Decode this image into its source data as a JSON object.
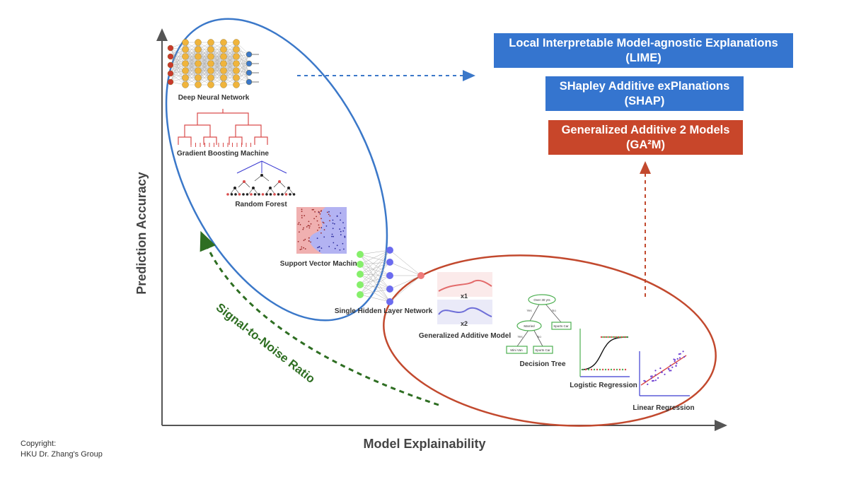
{
  "axes": {
    "x_label": "Model Explainability",
    "y_label": "Prediction Accuracy"
  },
  "models": {
    "dnn": "Deep Neural Network",
    "gbm": "Gradient Boosting Machine",
    "rf": "Random Forest",
    "svm": "Support Vector Machine",
    "shln": "Single Hidden Layer Network",
    "gam": "Generalized Additive Model",
    "dt": "Decision Tree",
    "logreg": "Logistic Regression",
    "linreg": "Linear Regression"
  },
  "gam_labels": {
    "x1": "x1",
    "x2": "x2"
  },
  "tree": {
    "root": "Over 30 yrs",
    "node": "Married",
    "leaf_sports_right": "Sports Car",
    "leaf_minivan": "Mini Van",
    "leaf_sports_bottom": "Sports Car",
    "yes": "Yes",
    "no": "No"
  },
  "snr_label": "Signal-to-Noise Ratio",
  "methods": {
    "lime_line1": "Local Interpretable Model-agnostic Explanations",
    "lime_line2": "(LIME)",
    "shap_line1": "SHapley Additive exPlanations",
    "shap_line2": "(SHAP)",
    "ga2m_line1": "Generalized Additive 2 Models",
    "ga2m_line2": "(GA²M)"
  },
  "copyright": {
    "line1": "Copyright:",
    "line2": "HKU Dr. Zhang's Group"
  },
  "colors": {
    "blue": "#3b78c9",
    "blue_box": "#3575cf",
    "red": "#c2492e",
    "red_box": "#c8462a",
    "green": "#2e6e22",
    "axis": "#555555"
  }
}
